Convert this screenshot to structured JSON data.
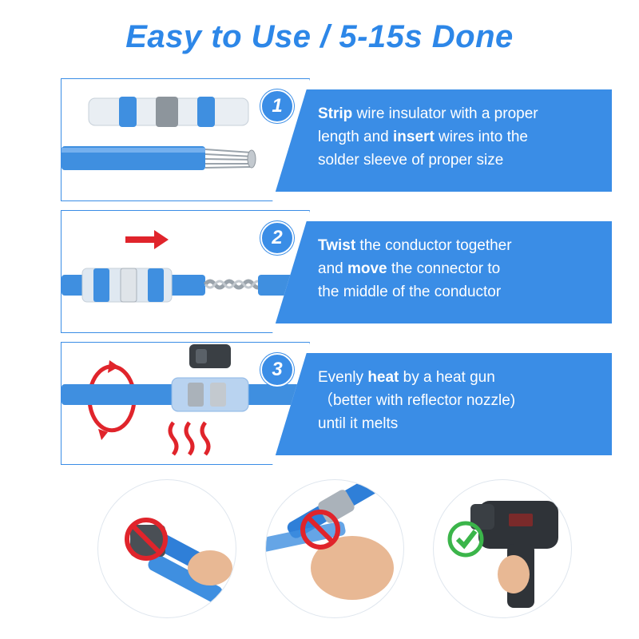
{
  "title": "Easy to Use  / 5-15s Done",
  "steps": [
    {
      "number": "1",
      "lines": [
        [
          {
            "t": "Strip",
            "b": true
          },
          {
            "t": " wire insulator with a proper",
            "b": false
          }
        ],
        [
          {
            "t": "length and ",
            "b": false
          },
          {
            "t": "insert",
            "b": true
          },
          {
            "t": " wires into the",
            "b": false
          }
        ],
        [
          {
            "t": "solder sleeve of proper size",
            "b": false
          }
        ]
      ]
    },
    {
      "number": "2",
      "lines": [
        [
          {
            "t": "Twist",
            "b": true
          },
          {
            "t": " the conductor together",
            "b": false
          }
        ],
        [
          {
            "t": "and ",
            "b": false
          },
          {
            "t": "move",
            "b": true
          },
          {
            "t": " the connector to",
            "b": false
          }
        ],
        [
          {
            "t": "the middle of the conductor",
            "b": false
          }
        ]
      ]
    },
    {
      "number": "3",
      "lines": [
        [
          {
            "t": "Evenly ",
            "b": false
          },
          {
            "t": "heat",
            "b": true
          },
          {
            "t": " by a heat gun",
            "b": false
          }
        ],
        [
          {
            "t": "（better with reflector nozzle)",
            "b": false
          }
        ],
        [
          {
            "t": "until it melts",
            "b": false
          }
        ]
      ]
    }
  ],
  "bottom_circles": [
    {
      "status": "not-allowed",
      "icon": "no-sign-icon",
      "tool": "crimping-pliers"
    },
    {
      "status": "not-allowed",
      "icon": "no-sign-icon",
      "tool": "fingers"
    },
    {
      "status": "allowed",
      "icon": "checkmark-icon",
      "tool": "heat-gun"
    }
  ],
  "colors": {
    "accent": "#3a8de6",
    "title": "#2d87e8",
    "no": "#e0242b",
    "ok": "#3bb54a",
    "wire": "#3f8fe0"
  }
}
